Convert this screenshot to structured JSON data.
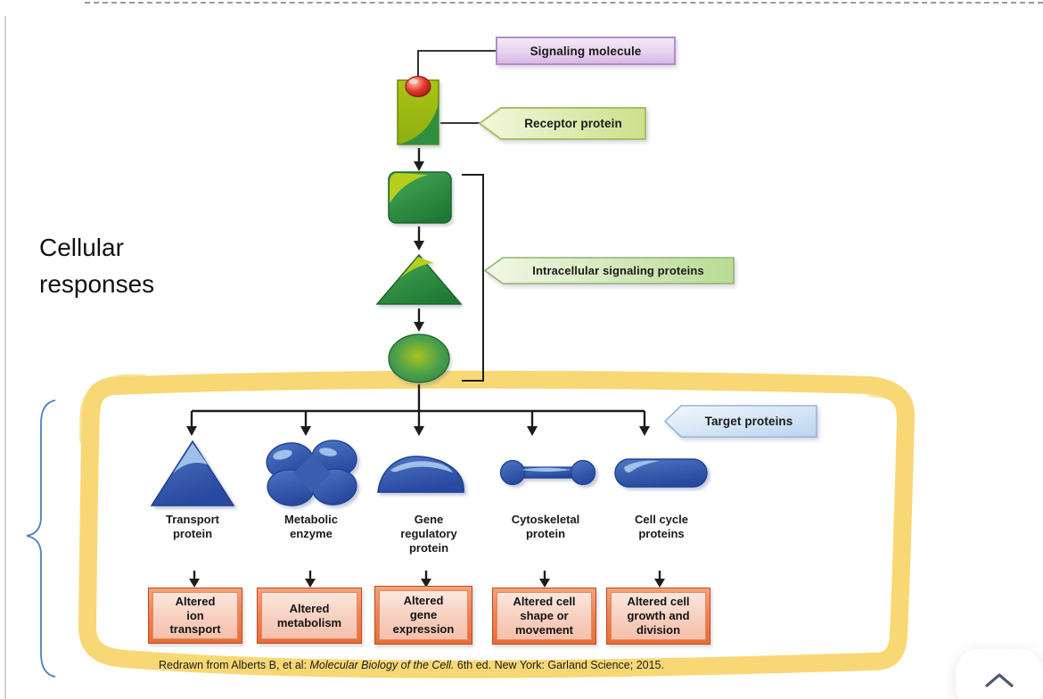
{
  "figure": {
    "title_context": "Cell signaling pathway diagram",
    "callouts": {
      "signaling_molecule": "Signaling molecule",
      "receptor_protein": "Receptor protein",
      "intracellular_signaling_proteins": "Intracellular signaling proteins",
      "target_proteins": "Target proteins"
    },
    "target_protein_labels": [
      "Transport\nprotein",
      "Metabolic\nenzyme",
      "Gene\nregulatory\nprotein",
      "Cytoskeletal\nprotein",
      "Cell cycle\nproteins"
    ],
    "cellular_response_outcomes": [
      "Altered\nion\ntransport",
      "Altered\nmetabolism",
      "Altered\ngene\nexpression",
      "Altered cell\nshape or\nmovement",
      "Altered cell\ngrowth and\ndivision"
    ],
    "citation": {
      "prefix": "Redrawn from Alberts B, et al: ",
      "italic": "Molecular Biology of the Cell.",
      "suffix": " 6th ed. New York: Garland Science; 2015."
    },
    "icon_shapes": [
      "triangle-icon",
      "enzyme-cluster-icon",
      "dome-icon",
      "dumbbell-icon",
      "capsule-icon"
    ],
    "colors": {
      "highlighter_yellow": "#f7cf57",
      "annotation_brace_blue": "#4d7fbe",
      "signal_chain_green": "#2d8c41",
      "receptor_yellow_green": "#9cb717",
      "signaling_molecule_red": "#cc2020",
      "target_protein_blue": "#3a5fb0",
      "outcome_box_red": "#e8743a",
      "callout_purple": "#d4b4e2",
      "callout_green": "#cfe18f",
      "callout_blue": "#bdd5ef"
    }
  },
  "annotations": {
    "cellular_responses": "Cellular responses"
  },
  "scroll_button": {
    "icon": "chevron-up-icon"
  }
}
